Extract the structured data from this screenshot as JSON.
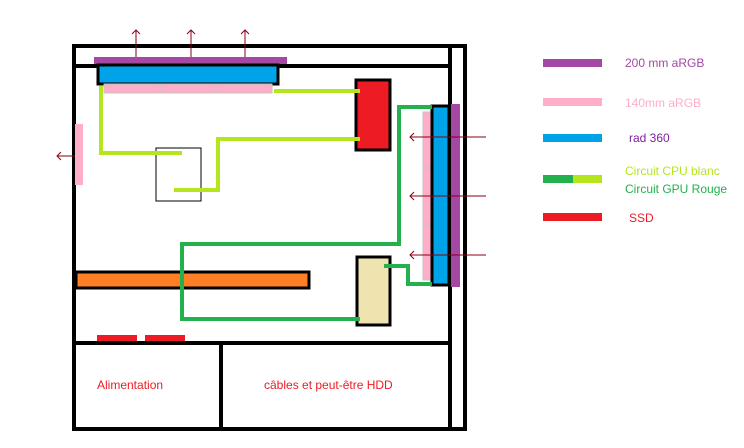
{
  "legend": {
    "items": [
      {
        "label": "200 mm aRGB",
        "color": "#a349a4",
        "text_color": "#a349a4"
      },
      {
        "label": "140mm aRGB",
        "color": "#ffaec9",
        "text_color": "#ffaec9"
      },
      {
        "label": "rad 360",
        "color": "#00a2e8",
        "text_color": "#7f1fa2"
      },
      {
        "label": "Circuit CPU blanc",
        "color": "#b5e61d",
        "text_color": "#b5e61d"
      },
      {
        "label": "Circuit GPU Rouge",
        "color": "#22b14c",
        "text_color": "#22b14c"
      },
      {
        "label": "SSD",
        "color": "#ed1c24",
        "text_color": "#ed1c24"
      }
    ]
  },
  "compartments": {
    "psu_label": "Alimentation",
    "cables_label": "câbles et peut-être HDD"
  },
  "colors": {
    "case_outline": "#000000",
    "gpu": "#ff7f27",
    "reservoir": "#efe4b0",
    "ssd": "#ed1c24",
    "airflow_arrow": "#880015",
    "compartment_text": "#ed1c24"
  },
  "icons": [
    "airflow-arrow-icon"
  ]
}
